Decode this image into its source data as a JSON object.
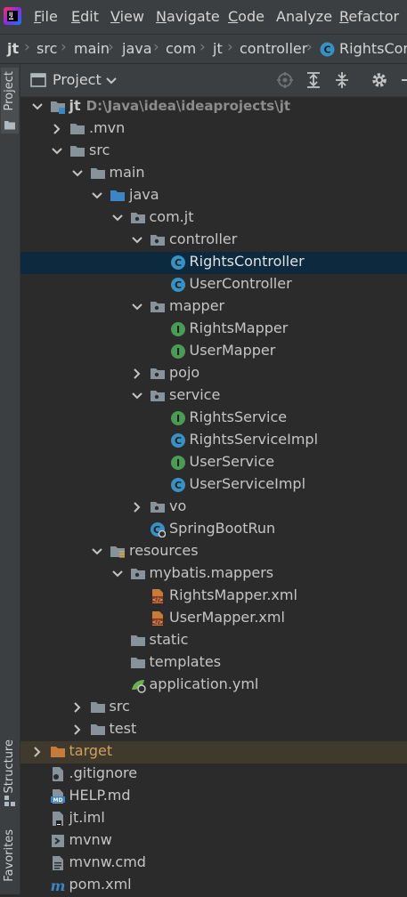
{
  "menu": {
    "items": [
      {
        "key": "F",
        "rest": "ile"
      },
      {
        "key": "E",
        "rest": "dit"
      },
      {
        "key": "V",
        "rest": "iew"
      },
      {
        "key": "N",
        "rest": "avigate"
      },
      {
        "key": "C",
        "rest": "ode"
      },
      {
        "key": "",
        "rest": "Analyze"
      },
      {
        "key": "R",
        "rest": "efactor"
      }
    ]
  },
  "breadcrumb": [
    "jt",
    "src",
    "main",
    "java",
    "com",
    "jt",
    "controller",
    "RightsCon"
  ],
  "sidebar": {
    "project_tab": "Project",
    "structure_tab": "Structure",
    "favorites_tab": "Favorites"
  },
  "toolwindow": {
    "title": "Project"
  },
  "tree": [
    {
      "label": "jt",
      "path": "D:\\Java\\idea\\ideaprojects\\jt",
      "icon": "module-folder-icon",
      "arrow": "down"
    },
    {
      "label": ".mvn",
      "icon": "folder-icon",
      "arrow": "right"
    },
    {
      "label": "src",
      "icon": "folder-icon",
      "arrow": "down"
    },
    {
      "label": "main",
      "icon": "folder-icon",
      "arrow": "down"
    },
    {
      "label": "java",
      "icon": "source-folder-icon",
      "arrow": "down"
    },
    {
      "label": "com.jt",
      "icon": "package-icon",
      "arrow": "down"
    },
    {
      "label": "controller",
      "icon": "package-icon",
      "arrow": "down"
    },
    {
      "label": "RightsController",
      "icon": "class-icon",
      "selected": true
    },
    {
      "label": "UserController",
      "icon": "class-icon"
    },
    {
      "label": "mapper",
      "icon": "package-icon",
      "arrow": "down"
    },
    {
      "label": "RightsMapper",
      "icon": "interface-icon"
    },
    {
      "label": "UserMapper",
      "icon": "interface-icon"
    },
    {
      "label": "pojo",
      "icon": "package-icon",
      "arrow": "right"
    },
    {
      "label": "service",
      "icon": "package-icon",
      "arrow": "down"
    },
    {
      "label": "RightsService",
      "icon": "interface-icon"
    },
    {
      "label": "RightsServiceImpl",
      "icon": "class-icon"
    },
    {
      "label": "UserService",
      "icon": "interface-icon"
    },
    {
      "label": "UserServiceImpl",
      "icon": "class-icon"
    },
    {
      "label": "vo",
      "icon": "package-icon",
      "arrow": "right"
    },
    {
      "label": "SpringBootRun",
      "icon": "spring-class-icon"
    },
    {
      "label": "resources",
      "icon": "resources-folder-icon",
      "arrow": "down"
    },
    {
      "label": "mybatis.mappers",
      "icon": "package-icon",
      "arrow": "down"
    },
    {
      "label": "RightsMapper.xml",
      "icon": "xml-file-icon"
    },
    {
      "label": "UserMapper.xml",
      "icon": "xml-file-icon"
    },
    {
      "label": "static",
      "icon": "folder-icon"
    },
    {
      "label": "templates",
      "icon": "folder-icon"
    },
    {
      "label": "application.yml",
      "icon": "spring-config-icon"
    },
    {
      "label": "src",
      "icon": "folder-icon",
      "arrow": "right"
    },
    {
      "label": "test",
      "icon": "folder-icon",
      "arrow": "right"
    },
    {
      "label": "target",
      "icon": "excluded-folder-icon",
      "arrow": "right",
      "excluded": true
    },
    {
      "label": ".gitignore",
      "icon": "gitignore-file-icon"
    },
    {
      "label": "HELP.md",
      "icon": "markdown-file-icon"
    },
    {
      "label": "jt.iml",
      "icon": "iml-file-icon"
    },
    {
      "label": "mvnw",
      "icon": "script-file-icon"
    },
    {
      "label": "mvnw.cmd",
      "icon": "text-file-icon"
    },
    {
      "label": "pom.xml",
      "icon": "maven-file-icon"
    }
  ],
  "colors": {
    "selection": "#0d293e",
    "excluded_row": "#3f3a2b",
    "class_blue": "#3592c4",
    "interface_green": "#499c54",
    "excluded_orange": "#c87a38",
    "package_gray": "#a9b7c6"
  }
}
